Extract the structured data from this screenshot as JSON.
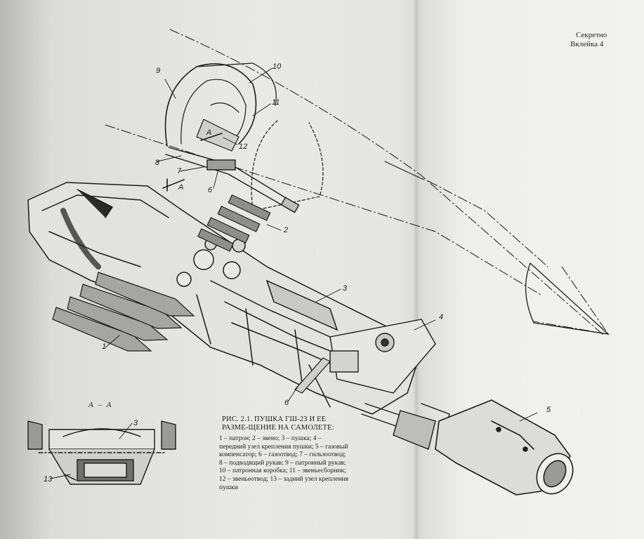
{
  "header": {
    "classification": "Секретно",
    "insert_label": "Вклейка 4"
  },
  "caption": {
    "title": "РИС. 2.1. ПУШКА ГШ-23 И ЕЕ РАЗМЕ-ЩЕНИЕ НА САМОЛЕТЕ:",
    "legend": "1 – патрон; 2 – звено; 3 – пушка; 4 – передний узел крепления пушки; 5 – газовый компенсатор; 6 – газоотвод; 7 – гильзоотвод; 8 – подводящий рукав; 9 – патронный рукав; 10 – патронная коробка; 11 – звеньесборник; 12 – звеньеотвод; 13 – задний узел крепления пушки"
  },
  "section": {
    "label": "А – А",
    "marker": "А"
  },
  "callouts": {
    "c1": "1",
    "c2": "2",
    "c3": "3",
    "c3b": "3",
    "c4": "4",
    "c5": "5",
    "c6a": "6",
    "c6b": "6",
    "c7": "7",
    "c8": "8",
    "c9": "9",
    "c10": "10",
    "c11": "11",
    "c12": "12",
    "c13": "13"
  }
}
